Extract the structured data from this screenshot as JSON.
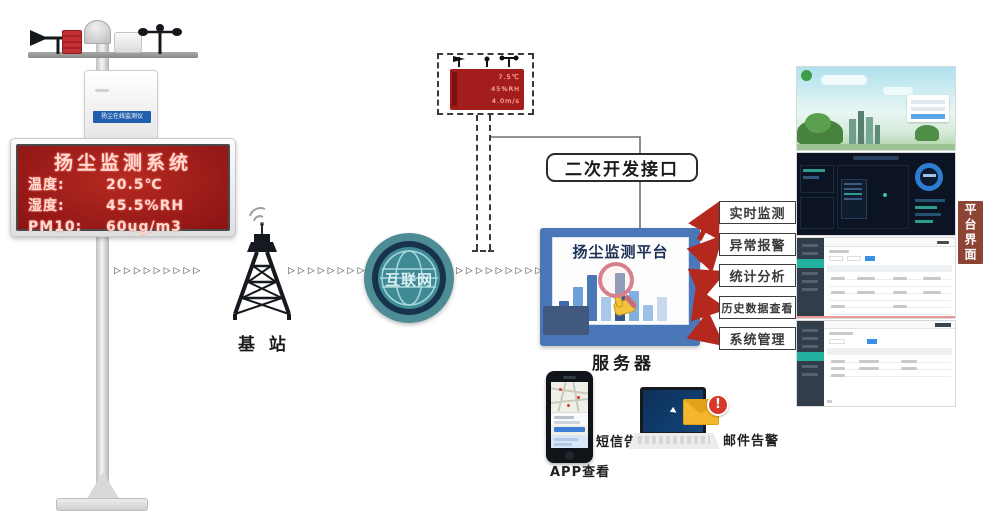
{
  "station": {
    "cabinet_label": "扬尘在线监测仪",
    "display": {
      "title": "扬尘监测系统",
      "rows": [
        {
          "label": "温度:",
          "value": "20.5℃"
        },
        {
          "label": "湿度:",
          "value": "45.5%RH"
        },
        {
          "label": "PM10:",
          "value": "60ug/m3"
        }
      ]
    }
  },
  "mini_station": {
    "values": [
      "7.5℃",
      "45%RH",
      "4.0m/s"
    ]
  },
  "base_station_label": "基 站",
  "internet_label": "互联网",
  "api_box_label": "二次开发接口",
  "server": {
    "platform_title": "扬尘监测平台",
    "label": "服务器",
    "bars": [
      {
        "h": 20,
        "c": "#3f69a9"
      },
      {
        "h": 34,
        "c": "#6f9fd8"
      },
      {
        "h": 46,
        "c": "#4a77b8"
      },
      {
        "h": 24,
        "c": "#a9c7e8"
      },
      {
        "h": 48,
        "c": "#35598f"
      },
      {
        "h": 30,
        "c": "#7fb0e0"
      },
      {
        "h": 16,
        "c": "#9cc0e6"
      },
      {
        "h": 24,
        "c": "#c8d9ee"
      }
    ]
  },
  "features": [
    "实时监测",
    "异常报警",
    "统计分析",
    "历史数据查看",
    "系统管理"
  ],
  "platform_panel_label": "平台界面",
  "alerts": {
    "sms": "短信告警",
    "app": "APP查看",
    "email": "邮件告警",
    "badge": "!"
  },
  "flow_arrows": {
    "chain1": "▷▷▷▷▷▷▷▷▷",
    "chain2": "▷▷▷▷▷▷▷▷",
    "chain3": "▷▷▷▷▷▷▷▷▷▷"
  },
  "colors": {
    "led_red": "#9e1c1c",
    "server_blue": "#4a77b8",
    "arrow_red": "#b4281e",
    "platform_label_bg": "#8e4434",
    "globe_teal": "#4e8c95",
    "alert_red": "#d6382c"
  }
}
